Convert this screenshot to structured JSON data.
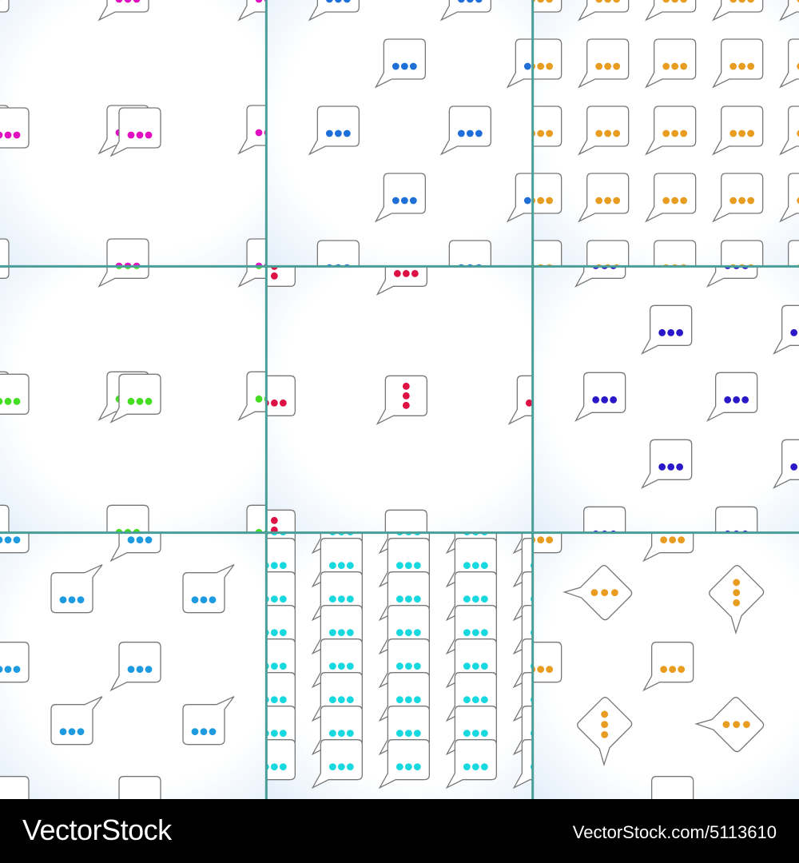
{
  "footer": {
    "brand": "VectorStock",
    "url": "VectorStock.com/5113610",
    "background": "#000000",
    "text_color": "#ffffff"
  },
  "colors": {
    "divider": "#4a9e98",
    "bubble_outline": "#777777",
    "tile_gradient_edge": "#e6f0fa"
  },
  "tiles": [
    {
      "id": "magenta-bubbles",
      "dot_color": "#e010c0",
      "arrangement": "staggered-grid",
      "bubble_icon": "speech-bubble-icon"
    },
    {
      "id": "blue-bubbles",
      "dot_color": "#1f6fd8",
      "arrangement": "dense-staggered",
      "bubble_icon": "speech-bubble-icon"
    },
    {
      "id": "orange-bubbles-grid",
      "dot_color": "#e89c20",
      "arrangement": "tight-grid",
      "bubble_icon": "speech-bubble-icon"
    },
    {
      "id": "green-bubbles",
      "dot_color": "#44dd22",
      "arrangement": "staggered-grid",
      "bubble_icon": "speech-bubble-icon"
    },
    {
      "id": "crimson-bubbles",
      "dot_color": "#dd1144",
      "arrangement": "sparse-with-vertical",
      "bubble_icon": "speech-bubble-icon"
    },
    {
      "id": "indigo-bubbles",
      "dot_color": "#2a18c8",
      "arrangement": "dense-staggered",
      "bubble_icon": "speech-bubble-icon"
    },
    {
      "id": "sky-bubbles",
      "dot_color": "#1e9be0",
      "arrangement": "mixed-orientation",
      "bubble_icon": "speech-bubble-icon"
    },
    {
      "id": "cyan-bubbles",
      "dot_color": "#18d8e0",
      "arrangement": "overlapping-grid",
      "bubble_icon": "speech-bubble-icon"
    },
    {
      "id": "amber-bubbles-rotated",
      "dot_color": "#e89c20",
      "arrangement": "rotated-mix",
      "bubble_icon": "speech-bubble-icon"
    }
  ]
}
